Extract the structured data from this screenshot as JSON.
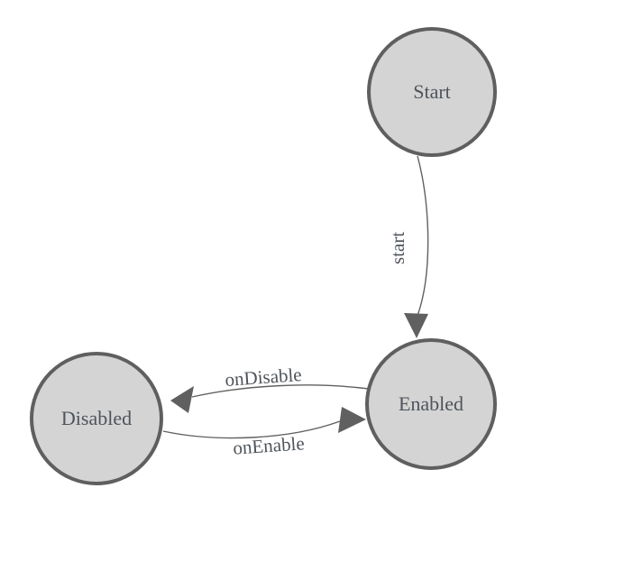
{
  "diagram": {
    "type": "state-machine",
    "background_color": "#ffffff",
    "colors": {
      "node_fill": "#d4d4d4",
      "node_stroke": "#5f5f5f",
      "edge_color": "#606060",
      "label_color": "#4e545a"
    },
    "nodes": [
      {
        "id": "start",
        "label": "Start"
      },
      {
        "id": "enabled",
        "label": "Enabled"
      },
      {
        "id": "disabled",
        "label": "Disabled"
      }
    ],
    "edges": [
      {
        "from": "Start",
        "to": "Enabled",
        "label": "start"
      },
      {
        "from": "Enabled",
        "to": "Disabled",
        "label": "onDisable"
      },
      {
        "from": "Disabled",
        "to": "Enabled",
        "label": "onEnable"
      }
    ]
  }
}
